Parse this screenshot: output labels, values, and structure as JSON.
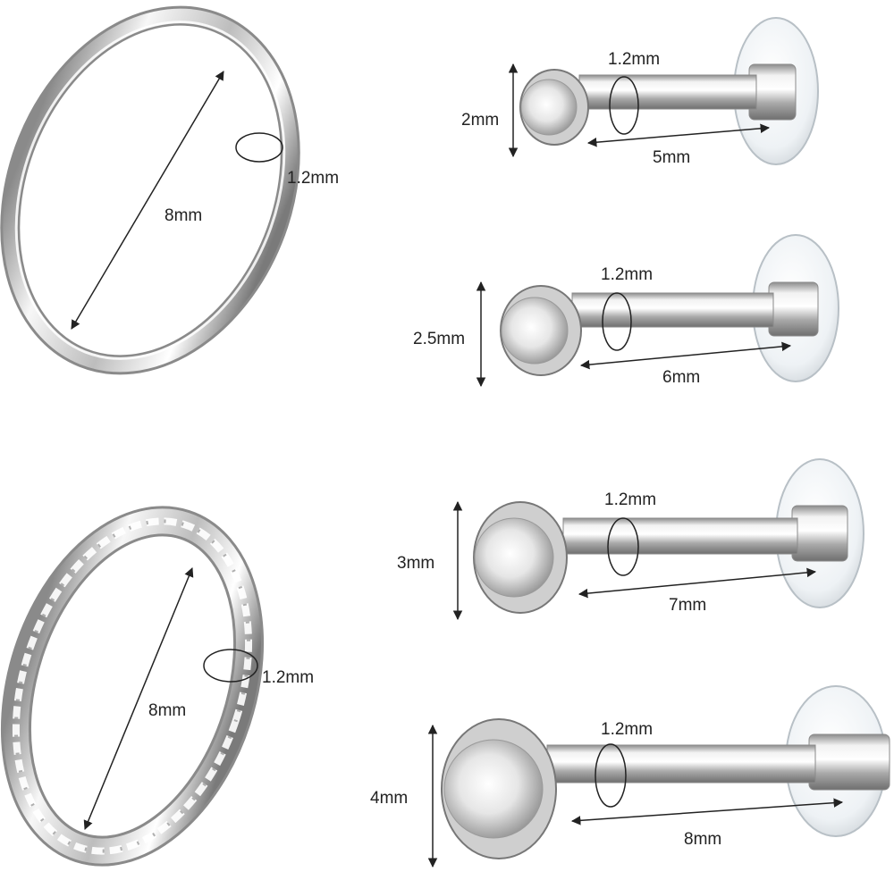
{
  "products": [
    {
      "id": "plain-hoop",
      "thickness_label": "1.2mm",
      "diameter_label": "8mm"
    },
    {
      "id": "cz-hoop",
      "thickness_label": "1.2mm",
      "diameter_label": "8mm"
    },
    {
      "id": "stud-1",
      "gem_label": "2mm",
      "gauge_label": "1.2mm",
      "length_label": "5mm"
    },
    {
      "id": "stud-2",
      "gem_label": "2.5mm",
      "gauge_label": "1.2mm",
      "length_label": "6mm"
    },
    {
      "id": "stud-3",
      "gem_label": "3mm",
      "gauge_label": "1.2mm",
      "length_label": "7mm"
    },
    {
      "id": "stud-4",
      "gem_label": "4mm",
      "gauge_label": "1.2mm",
      "length_label": "8mm"
    }
  ],
  "colors": {
    "background": "#ffffff",
    "metal_light": "#f4f4f4",
    "metal_dark": "#7d7d7d",
    "disc": "#e9eef2",
    "dimension_line": "#222222"
  },
  "icons": [
    "hoop-ring",
    "cz-hoop-ring",
    "labret-stud",
    "crystal-gem",
    "dimension-arrow"
  ]
}
